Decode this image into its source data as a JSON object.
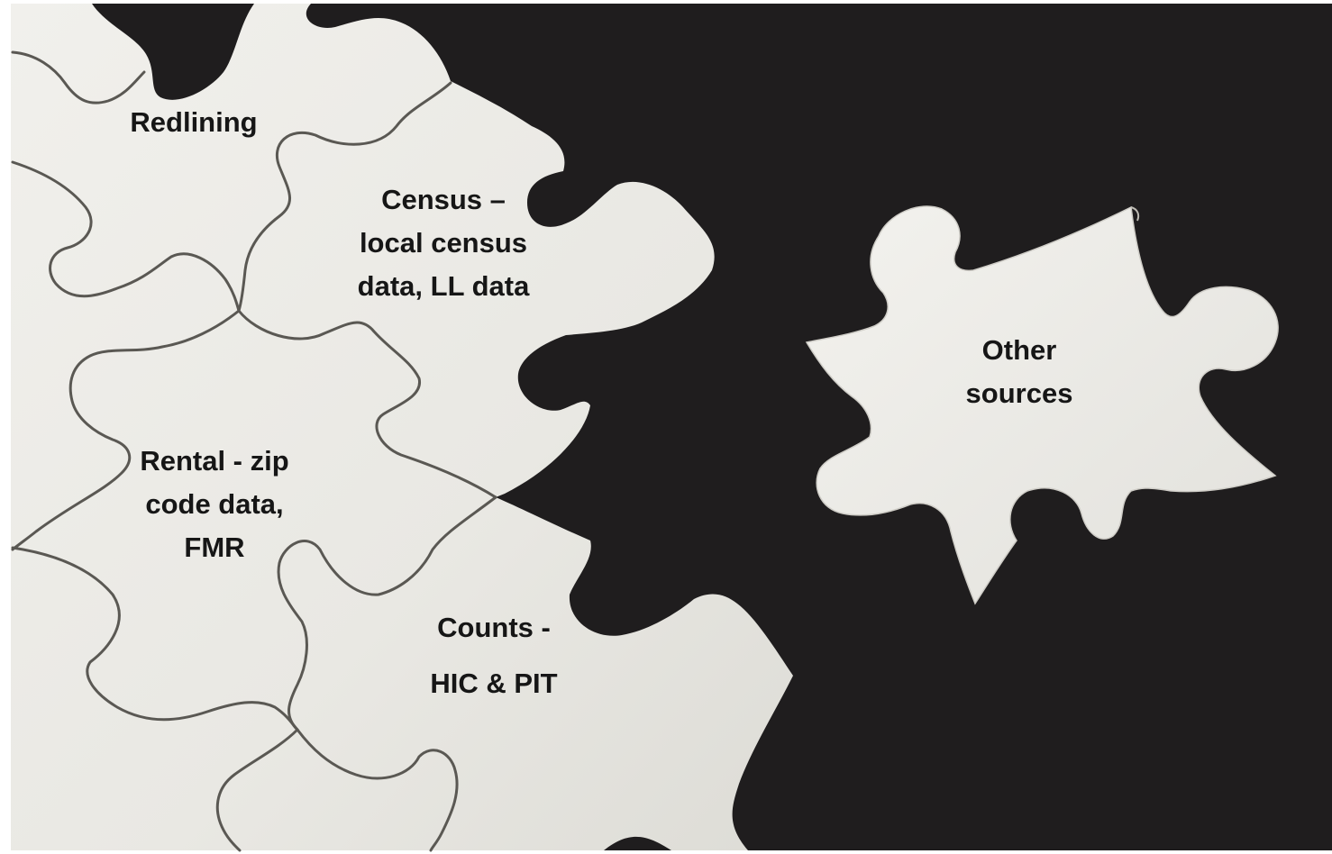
{
  "pieces": {
    "redlining": {
      "lines": [
        "Redlining"
      ]
    },
    "census": {
      "lines": [
        "Census –",
        "local census",
        "data, LL data"
      ]
    },
    "rental": {
      "lines": [
        "Rental - zip",
        "code data,",
        "FMR"
      ]
    },
    "counts": {
      "lines": [
        "Counts -",
        "HIC & PIT"
      ]
    },
    "other": {
      "lines": [
        "Other",
        "sources"
      ]
    }
  },
  "colors": {
    "background": "#1f1d1e",
    "piece": "#ecebe7",
    "seam": "#5a5853",
    "text": "#161616"
  }
}
